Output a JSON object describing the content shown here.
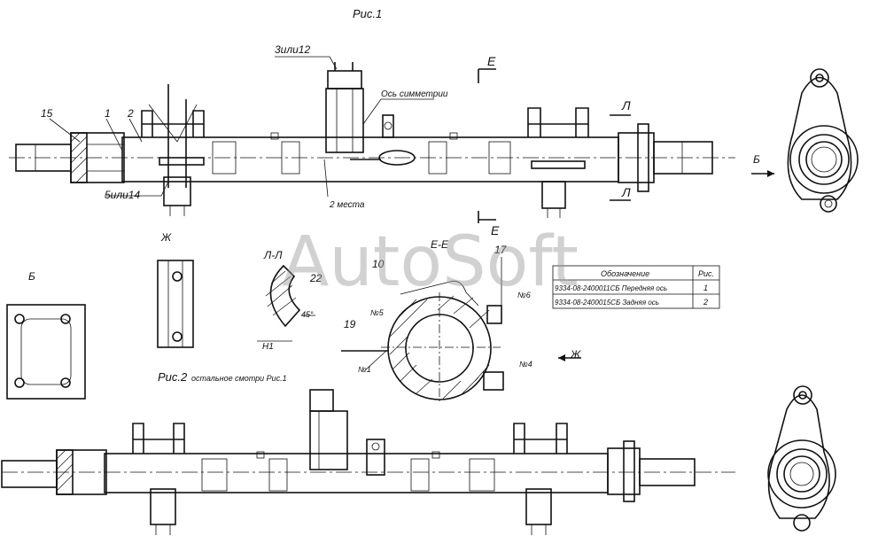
{
  "figure_titles": {
    "fig1": "Рис.1",
    "fig2": "Рис.2",
    "fig2_note": "остальное смотри Рис.1"
  },
  "callouts": {
    "c15": "15",
    "c1": "1",
    "c2": "2",
    "c3or12": "3или12",
    "c5or14": "5или14",
    "symmetry_axis": "Ось симметрии",
    "two_places": "2 места",
    "c10": "10",
    "c17": "17",
    "c22": "22",
    "c19": "19",
    "no1": "№1",
    "no4": "№4",
    "no5": "№5",
    "no6": "№6",
    "h1": "Н1",
    "angle": "45°"
  },
  "section_marks": {
    "E_top": "Е",
    "E_bottom": "Е",
    "L_top": "Л",
    "L_bottom": "Л",
    "B_arrow": "Б",
    "Zh_arrow": "Ж"
  },
  "view_titles": {
    "zh": "Ж",
    "b": "Б",
    "ll": "Л-Л",
    "ee": "Е-Е"
  },
  "spec_table": {
    "headers": [
      "Обозначение",
      "Рис."
    ],
    "rows": [
      {
        "designation": "9334-08-2400011СБ Передняя ось",
        "fig": "1"
      },
      {
        "designation": "9334-08-2400015СБ Задняя ось",
        "fig": "2"
      }
    ]
  },
  "watermark": "AutoSoft",
  "colors": {
    "ink": "#111111",
    "watermark": "#9a9a9a",
    "paper": "#ffffff"
  }
}
